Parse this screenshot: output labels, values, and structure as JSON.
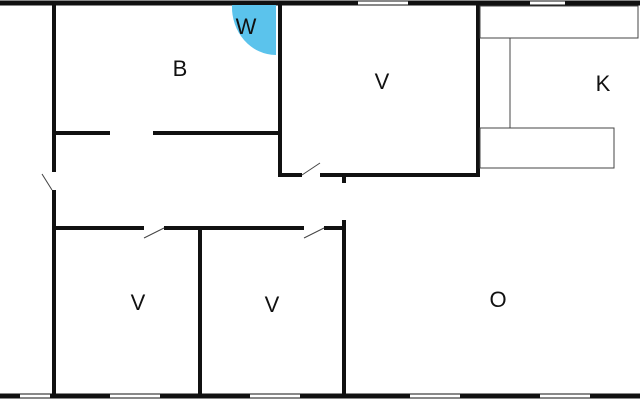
{
  "floorplan": {
    "accent_color": "#5bc3ec",
    "wall_color": "#111111",
    "rooms": [
      {
        "id": "bedroom",
        "label": "B"
      },
      {
        "id": "wc",
        "label": "W"
      },
      {
        "id": "room-top",
        "label": "V"
      },
      {
        "id": "kitchen",
        "label": "K"
      },
      {
        "id": "room-bottom-left",
        "label": "V"
      },
      {
        "id": "room-bottom-mid",
        "label": "V"
      },
      {
        "id": "living",
        "label": "O"
      }
    ],
    "icons": [
      "door-swing-icon",
      "door-arc-icon",
      "window-icon",
      "kitchen-counter-icon"
    ]
  }
}
